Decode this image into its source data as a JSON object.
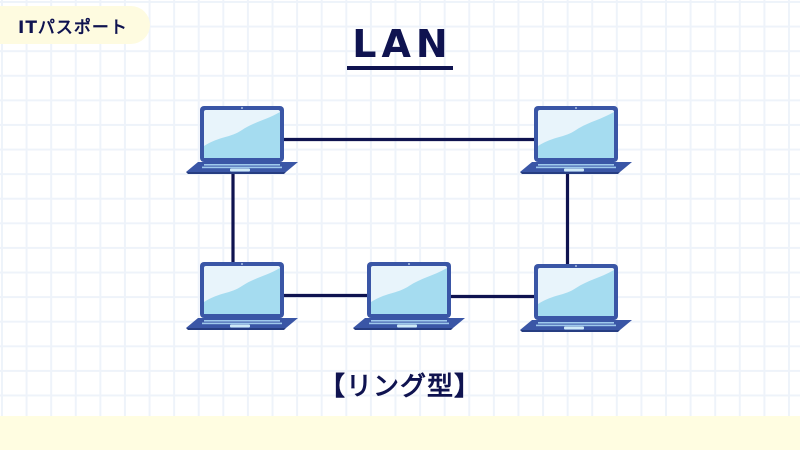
{
  "badge": {
    "label": "ITパスポート"
  },
  "title": "LAN",
  "caption": "【リング型】",
  "diagram": {
    "type": "ring-topology",
    "nodes": [
      {
        "id": "pc-top-left",
        "icon": "laptop-icon"
      },
      {
        "id": "pc-top-right",
        "icon": "laptop-icon"
      },
      {
        "id": "pc-bottom-left",
        "icon": "laptop-icon"
      },
      {
        "id": "pc-bottom-middle",
        "icon": "laptop-icon"
      },
      {
        "id": "pc-bottom-right",
        "icon": "laptop-icon"
      }
    ],
    "links": [
      [
        "pc-top-left",
        "pc-top-right"
      ],
      [
        "pc-top-right",
        "pc-bottom-right"
      ],
      [
        "pc-bottom-right",
        "pc-bottom-middle"
      ],
      [
        "pc-bottom-middle",
        "pc-bottom-left"
      ],
      [
        "pc-bottom-left",
        "pc-top-left"
      ]
    ]
  },
  "colors": {
    "navy": "#0f1350",
    "laptop_frame": "#3a56a6",
    "laptop_screen": "#e8f4fb",
    "laptop_wave": "#a5dcf0",
    "badge_bg": "#fefbe0",
    "footer_bg": "#fffde1",
    "grid": "#eef3fa"
  }
}
